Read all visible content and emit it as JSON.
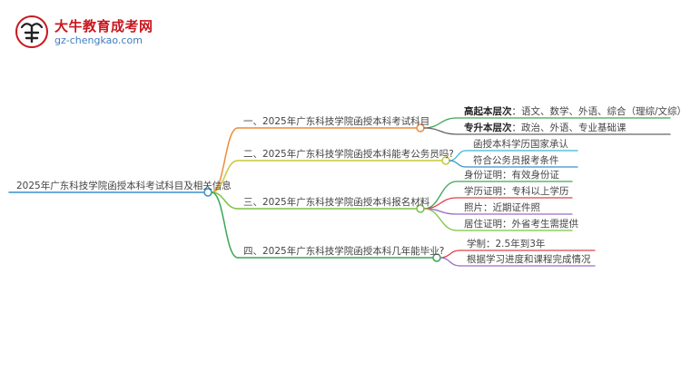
{
  "logo": {
    "title": "大牛教育成考网",
    "domain": "gz-chengkao.com"
  },
  "root": {
    "text": "2025年广东科技学院函授本科考试科目及相关信息"
  },
  "branches": [
    {
      "text": "一、2025年广东科技学院函授本科考试科目",
      "color": "#f08a38",
      "children": [
        {
          "bold": "高起本层次",
          "text": "：语文、数学、外语、综合（理综/文综）",
          "color": "#3aa655"
        },
        {
          "bold": "专升本层次",
          "text": "：政治、外语、专业基础课",
          "color": "#666666"
        }
      ]
    },
    {
      "text": "二、2025年广东科技学院函授本科能考公务员吗?",
      "color": "#c9c93a",
      "children": [
        {
          "bold": "",
          "text": "函授本科学历国家承认",
          "color": "#3ab8d0"
        },
        {
          "bold": "",
          "text": "符合公务员报考条件",
          "color": "#3a8fd0"
        }
      ]
    },
    {
      "text": "三、2025年广东科技学院函授本科报名材料",
      "color": "#7cc242",
      "children": [
        {
          "bold": "",
          "text": "身份证明：有效身份证",
          "color": "#3aa655"
        },
        {
          "bold": "",
          "text": "学历证明：专科以上学历",
          "color": "#e0404a"
        },
        {
          "bold": "",
          "text": "照片：近期证件照",
          "color": "#9b6bc9"
        },
        {
          "bold": "",
          "text": "居住证明：外省考生需提供",
          "color": "#7cc242"
        }
      ]
    },
    {
      "text": "四、2025年广东科技学院函授本科几年能毕业?",
      "color": "#3aa655",
      "children": [
        {
          "bold": "",
          "text": "学制：2.5年到3年",
          "color": "#e0404a"
        },
        {
          "bold": "",
          "text": "根据学习进度和课程完成情况",
          "color": "#9b6bc9"
        }
      ]
    }
  ]
}
